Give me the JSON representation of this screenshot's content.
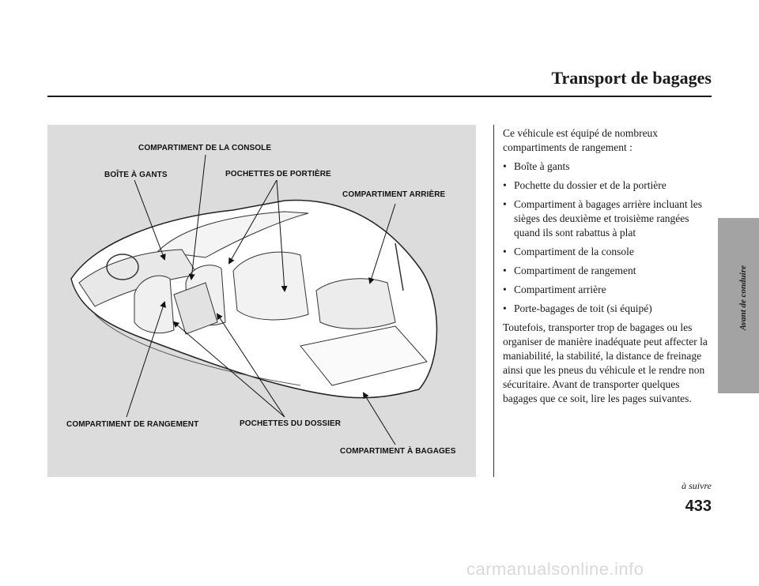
{
  "header": {
    "title": "Transport de bagages"
  },
  "figure": {
    "labels": {
      "console": "COMPARTIMENT DE LA CONSOLE",
      "glovebox": "BOÎTE À GANTS",
      "door_pockets": "POCHETTES DE PORTIÈRE",
      "rear_compartment": "COMPARTIMENT ARRIÈRE",
      "storage": "COMPARTIMENT DE RANGEMENT",
      "seatback_pockets": "POCHETTES DU DOSSIER",
      "cargo": "COMPARTIMENT À BAGAGES"
    }
  },
  "text": {
    "intro": "Ce véhicule est équipé de nombreux compartiments de rangement :",
    "bullets": [
      "Boîte à gants",
      "Pochette du dossier et de la portière",
      "Compartiment à bagages arrière incluant les sièges des deuxième et troisième rangées quand ils sont rabattus à plat",
      "Compartiment de la console",
      "Compartiment de rangement",
      "Compartiment arrière",
      "Porte-bagages de toit (si équipé)"
    ],
    "warning": "Toutefois, transporter trop de bagages ou les organiser de manière inadéquate peut affecter la maniabilité, la stabilité, la distance de freinage ainsi que les pneus du véhicule et le rendre non sécuritaire. Avant de transporter quelques bagages que ce soit, lire les pages suivantes."
  },
  "side_tab": {
    "label": "Avant de conduire"
  },
  "footer": {
    "continued": "à suivre",
    "page_number": "433"
  },
  "watermark": "carmanualsonline.info"
}
